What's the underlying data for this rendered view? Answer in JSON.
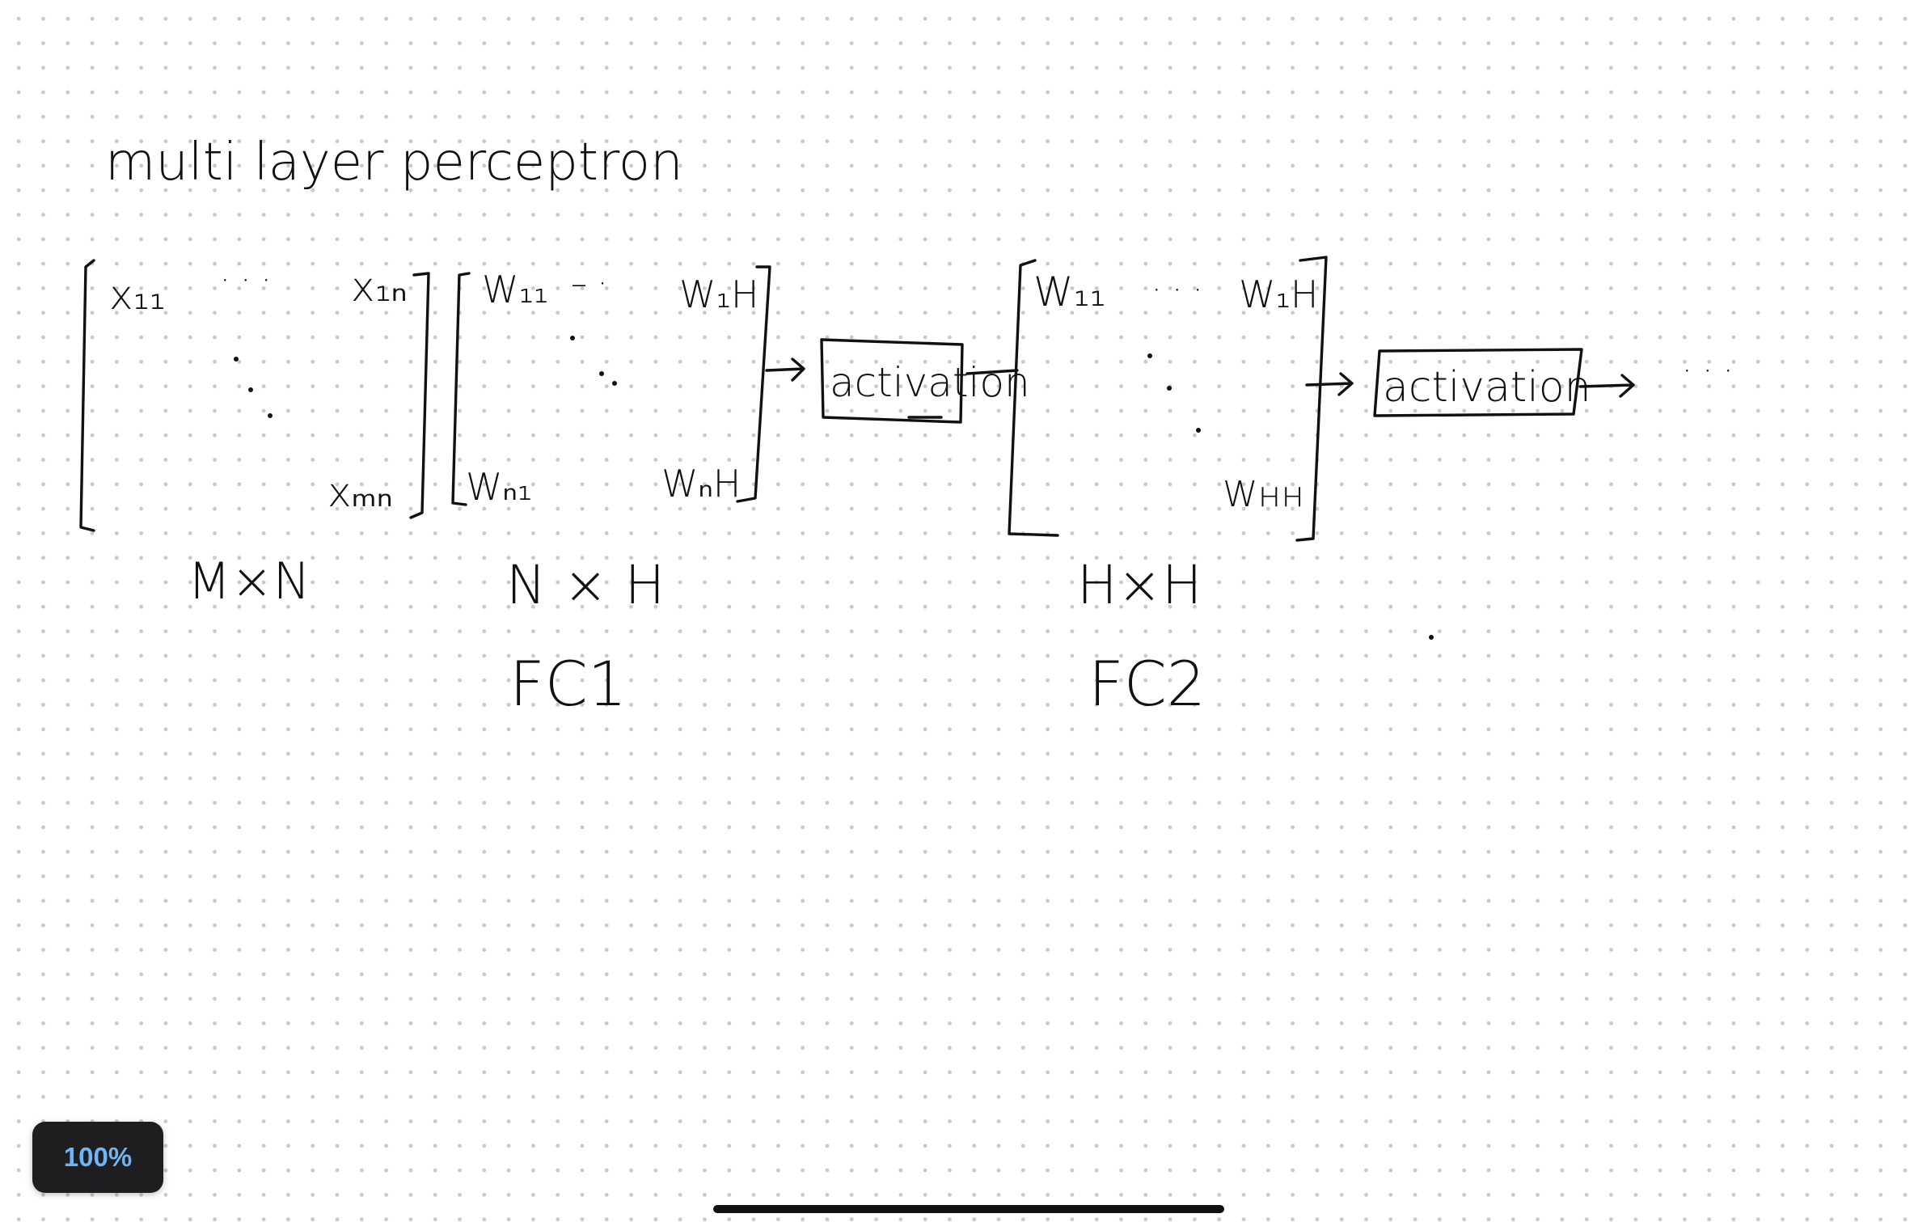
{
  "canvas": {
    "title": "multi layer perceptron",
    "input_matrix": {
      "top_left": "x₁₁",
      "top_dots": "· · ·",
      "top_right": "x₁ₙ",
      "bottom_right": "xₘₙ",
      "dimension": "M×N"
    },
    "fc1_matrix": {
      "top_left": "W₁₁",
      "top_dots": "– ·",
      "top_right": "W₁H",
      "bottom_left": "Wₙ₁",
      "bottom_right": "WₙH",
      "dimension": "N × H",
      "name": "FC1"
    },
    "activation_1": "activation",
    "fc2_matrix": {
      "top_left": "W₁₁",
      "top_dots": "· · ·",
      "top_right": "W₁H",
      "bottom_right": "Wʜʜ",
      "dimension": "H×H",
      "name": "FC2"
    },
    "activation_2": "activation",
    "trailing_ellipsis": "· · ·"
  },
  "zoom": {
    "label": "100%"
  },
  "colors": {
    "ink": "#111111",
    "grid_dot": "#c9c9c9",
    "badge_bg": "#1e1e20",
    "badge_text": "#6fb4f5"
  }
}
